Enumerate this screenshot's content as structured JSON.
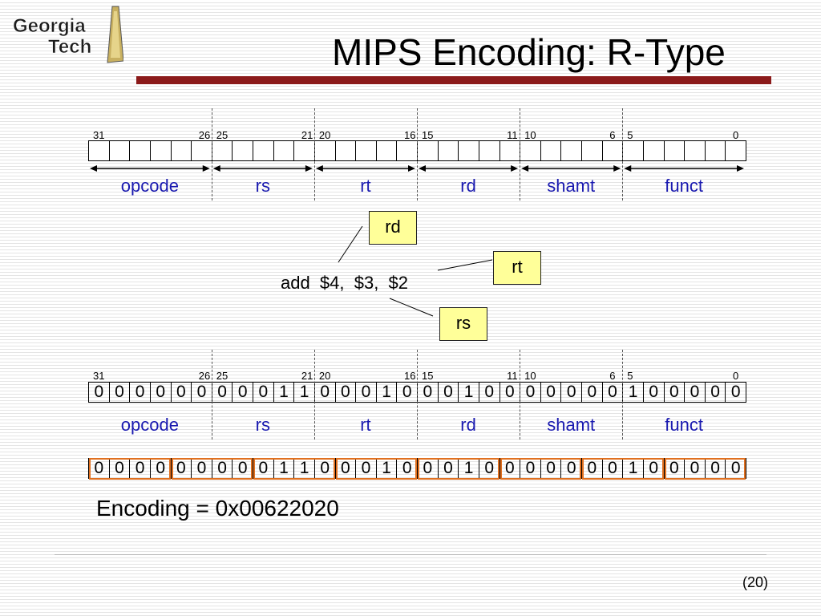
{
  "slide": {
    "title": "MIPS Encoding: R-Type",
    "logo_line1": "Georgia",
    "logo_line2": "Tech",
    "page_number": "(20)"
  },
  "format": {
    "fields": [
      {
        "name": "opcode",
        "hi": "31",
        "lo": "26"
      },
      {
        "name": "rs",
        "hi": "25",
        "lo": "21"
      },
      {
        "name": "rt",
        "hi": "20",
        "lo": "16"
      },
      {
        "name": "rd",
        "hi": "15",
        "lo": "11"
      },
      {
        "name": "shamt",
        "hi": "10",
        "lo": "6"
      },
      {
        "name": "funct",
        "hi": "5",
        "lo": "0"
      }
    ]
  },
  "instruction": {
    "text": "add  $4,  $3,  $2",
    "callouts": {
      "rd": "rd",
      "rt": "rt",
      "rs": "rs"
    }
  },
  "encoded_bits": [
    "0",
    "0",
    "0",
    "0",
    "0",
    "0",
    "0",
    "0",
    "0",
    "1",
    "1",
    "0",
    "0",
    "0",
    "1",
    "0",
    "0",
    "0",
    "1",
    "0",
    "0",
    "0",
    "0",
    "0",
    "0",
    "0",
    "1",
    "0",
    "0",
    "0",
    "0",
    "0"
  ],
  "encoding_text": "Encoding = 0x00622020",
  "colors": {
    "title_bar": "#8b1a1a",
    "field_label": "#1a1ab0",
    "callout_fill": "#ffff99",
    "nibble_box": "#e07020"
  }
}
